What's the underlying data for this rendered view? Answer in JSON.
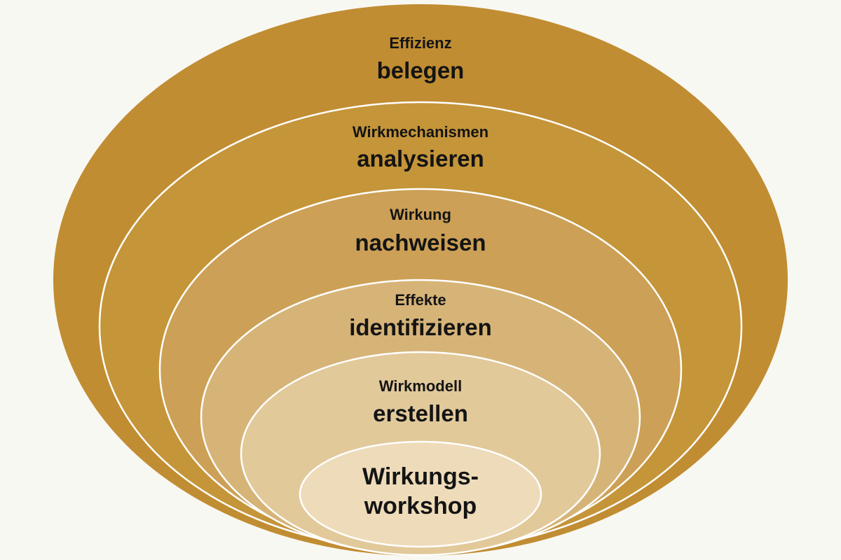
{
  "levels": [
    {
      "line1": "Effizienz",
      "line2": "belegen",
      "color": "#c18d32"
    },
    {
      "line1": "Wirkmechanismen",
      "line2": "analysieren",
      "color": "#c59539"
    },
    {
      "line1": "Wirkung",
      "line2": "nachweisen",
      "color": "#cca056"
    },
    {
      "line1": "Effekte",
      "line2": "identifizieren",
      "color": "#d6b478"
    },
    {
      "line1": "Wirkmodell",
      "line2": "erstellen",
      "color": "#e2c99a"
    },
    {
      "line1": "Wirkungs-",
      "line2": "workshop",
      "color": "#eedbb9"
    }
  ],
  "colors": {
    "background": "#f8f8f3",
    "ring_stroke": "#ffffff",
    "text": "#141414"
  }
}
